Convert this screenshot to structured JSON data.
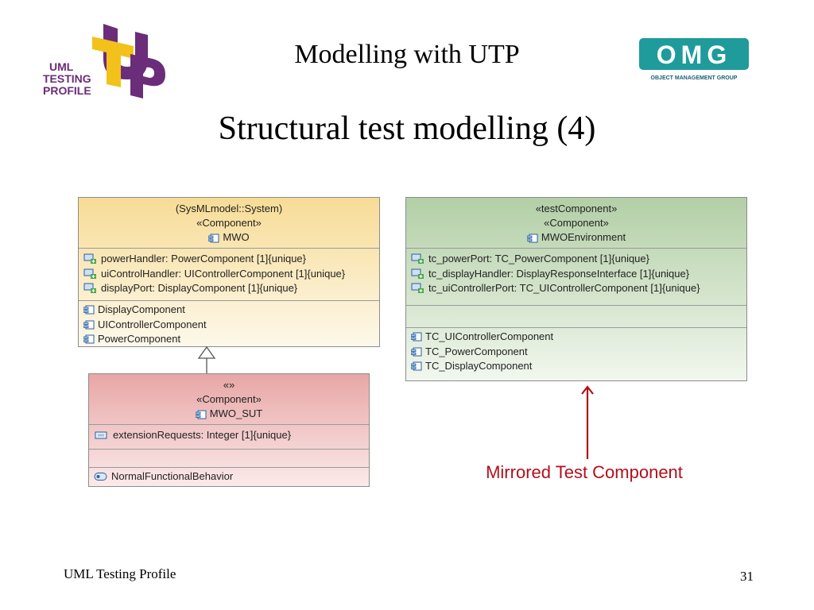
{
  "header": {
    "title": "Modelling with UTP",
    "slide_title": "Structural test modelling (4)"
  },
  "logos": {
    "utp": {
      "line1": "UML",
      "line2": "TESTING",
      "line3": "PROFILE",
      "letters": "UTP"
    },
    "omg": {
      "letters": "OMG",
      "tagline": "OBJECT MANAGEMENT GROUP"
    }
  },
  "diagram": {
    "mwo": {
      "header": [
        "(SysMLmodel::System)",
        "«Component»",
        "MWO"
      ],
      "attributes": [
        "powerHandler: PowerComponent [1]{unique}",
        "uiControlHandler: UIControllerComponent [1]{unique}",
        "displayPort: DisplayComponent [1]{unique}"
      ],
      "nested": [
        "DisplayComponent",
        "UIControllerComponent",
        "PowerComponent"
      ]
    },
    "mwo_sut": {
      "header": [
        "«»",
        "«Component»",
        "MWO_SUT"
      ],
      "attributes": [
        "extensionRequests: Integer [1]{unique}"
      ],
      "behaviors": [
        "NormalFunctionalBehavior"
      ]
    },
    "mwo_env": {
      "header": [
        "«testComponent»",
        "«Component»",
        "MWOEnvironment"
      ],
      "attributes": [
        "tc_powerPort: TC_PowerComponent [1]{unique}",
        "tc_displayHandler: DisplayResponseInterface [1]{unique}",
        "tc_uiControllerPort: TC_UIControllerComponent [1]{unique}"
      ],
      "nested": [
        "TC_UIControllerComponent",
        "TC_PowerComponent",
        "TC_DisplayComponent"
      ]
    },
    "annotation": "Mirrored Test Component"
  },
  "footer": {
    "left": "UML Testing Profile",
    "page": "31"
  },
  "colors": {
    "mwo_fill": "#f7dc96",
    "sut_fill": "#e8a6a6",
    "env_fill": "#b3cfa6",
    "annotation": "#b0101a",
    "utp_purple": "#6b2c7a",
    "utp_yellow": "#f2c21b",
    "omg_teal": "#1f9b9b"
  }
}
